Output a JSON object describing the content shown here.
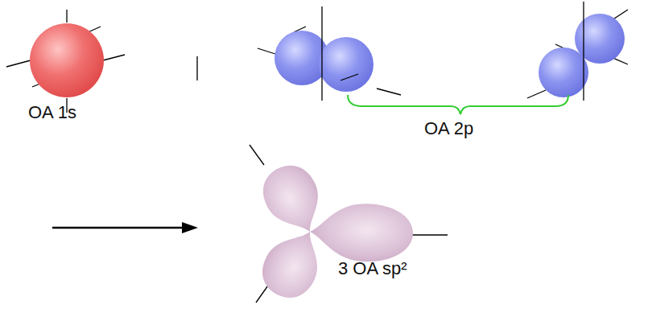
{
  "diagram": {
    "labels": [
      "OA 1s",
      "OA 2p",
      "3 OA sp²"
    ]
  }
}
